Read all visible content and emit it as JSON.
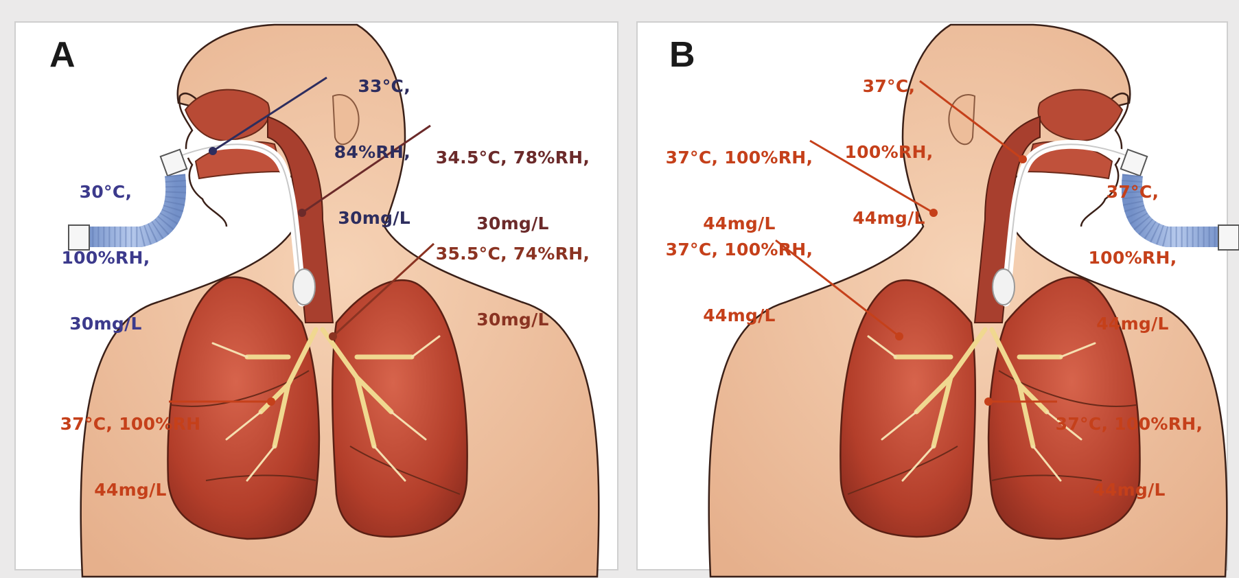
{
  "panels": [
    {
      "letter": "A",
      "labels": [
        {
          "lines": [
            "33°C,",
            "84%RH,",
            "30mg/L"
          ],
          "color": "#2d2d5e"
        },
        {
          "lines": [
            "34.5°C, 78%RH,",
            "30mg/L"
          ],
          "color": "#6b2a2a"
        },
        {
          "lines": [
            "30°C,",
            "100%RH,",
            "30mg/L"
          ],
          "color": "#3c3a8c"
        },
        {
          "lines": [
            "35.5°C, 74%RH,",
            "30mg/L"
          ],
          "color": "#8a3322"
        },
        {
          "lines": [
            "37°C, 100%RH",
            "44mg/L"
          ],
          "color": "#c5401a"
        }
      ]
    },
    {
      "letter": "B",
      "labels": [
        {
          "lines": [
            "37°C,",
            "100%RH,",
            "44mg/L"
          ],
          "color": "#c5401a"
        },
        {
          "lines": [
            "37°C, 100%RH,",
            "44mg/L"
          ],
          "color": "#c5401a"
        },
        {
          "lines": [
            "37°C,",
            "100%RH,",
            "44mg/L"
          ],
          "color": "#c5401a"
        },
        {
          "lines": [
            "37°C, 100%RH,",
            "44mg/L"
          ],
          "color": "#c5401a"
        },
        {
          "lines": [
            "37°C, 100%RH,",
            "44mg/L"
          ],
          "color": "#c5401a"
        }
      ]
    }
  ],
  "colors": {
    "skin": "#f3c9a8",
    "skin_shade": "#e3aa86",
    "lung": "#b7412c",
    "airway": "#9e3b2c",
    "tube_hose": "#8aa9d8",
    "outline": "#3a2018"
  }
}
